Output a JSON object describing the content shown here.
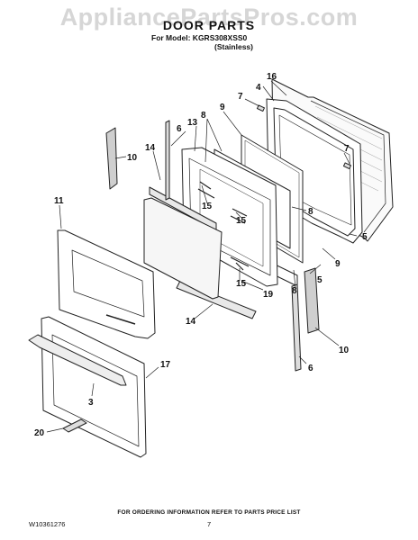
{
  "watermark": "AppliancePartsPros.com",
  "header": {
    "title": "DOOR PARTS",
    "model_line": "For Model: KGRS308XSS0",
    "variant": "(Stainless)"
  },
  "callouts": {
    "c16": "16",
    "c4": "4",
    "c7a": "7",
    "c7b": "7",
    "c9a": "9",
    "c8a": "8",
    "c13": "13",
    "c6a": "6",
    "c14a": "14",
    "c10a": "10",
    "c11": "11",
    "c15a": "15",
    "c15b": "15",
    "c15c": "15",
    "c8b": "8",
    "c8c": "8",
    "c5a": "5",
    "c5b": "5",
    "c9b": "9",
    "c19": "19",
    "c14b": "14",
    "c17": "17",
    "c3": "3",
    "c10b": "10",
    "c6b": "6",
    "c20": "20"
  },
  "footer": {
    "ordering_note": "FOR ORDERING INFORMATION REFER TO PARTS PRICE LIST",
    "doc_number": "W10361276",
    "page_number": "7"
  }
}
